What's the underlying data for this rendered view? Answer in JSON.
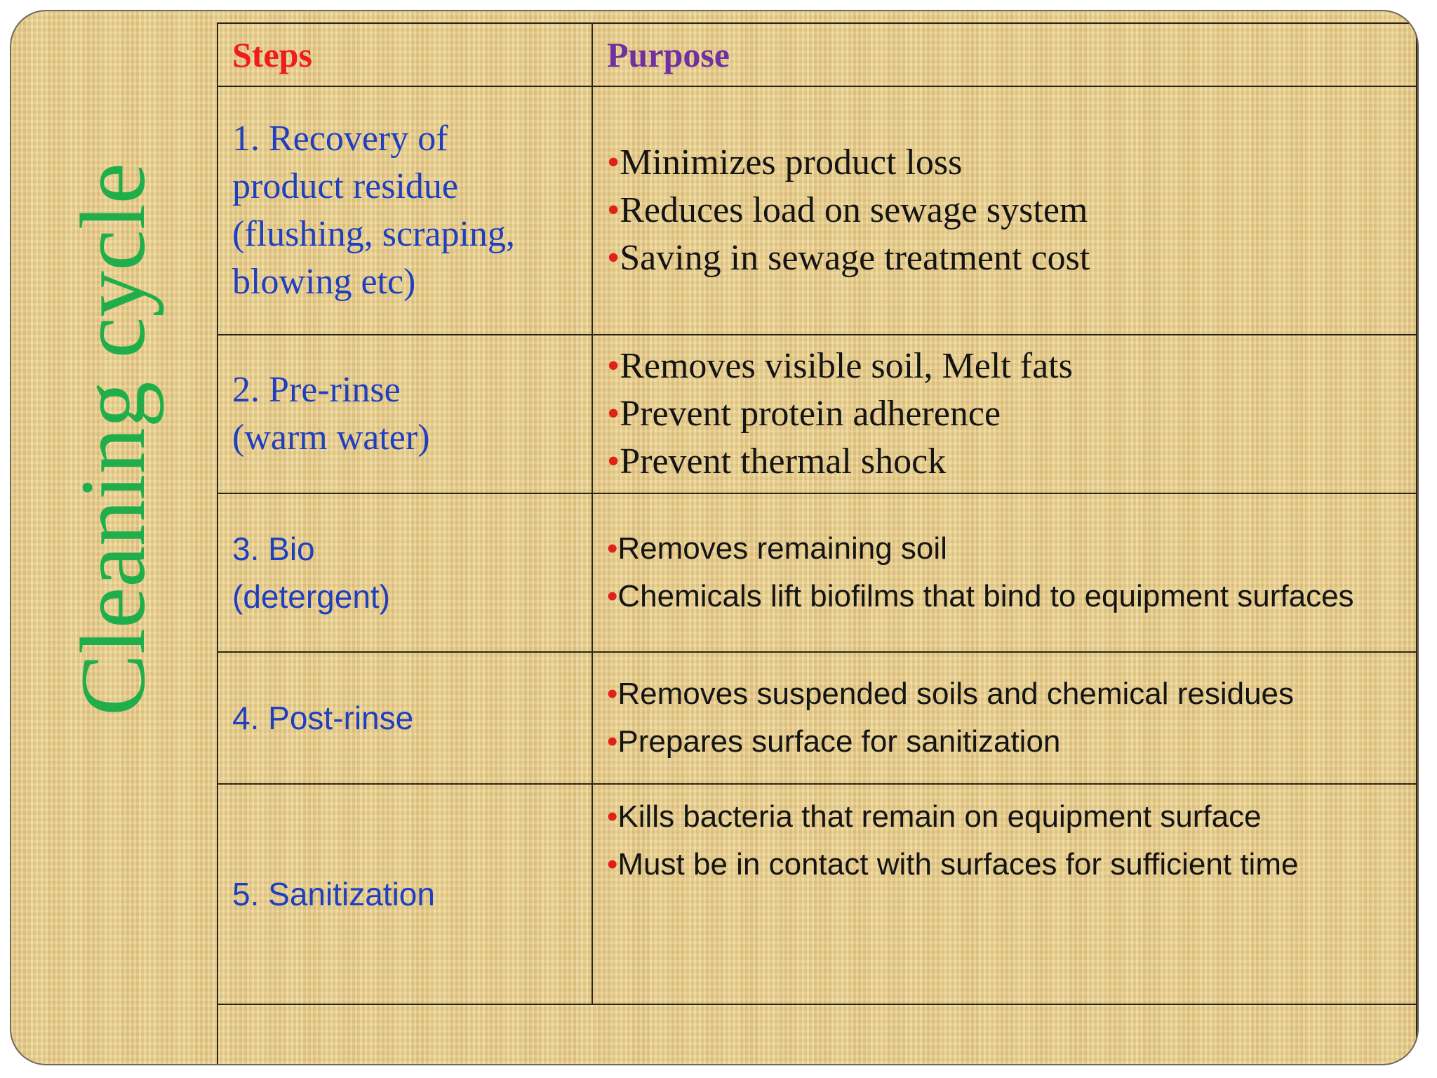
{
  "slide": {
    "title": "Cleaning cycle"
  },
  "table": {
    "headers": {
      "steps": "Steps",
      "purpose": "Purpose"
    },
    "bullet_char": "•",
    "rows": [
      {
        "step_lines": [
          "1. Recovery of",
          "product residue",
          "(flushing, scraping,",
          "blowing etc)"
        ],
        "purposes": [
          "Minimizes product loss",
          "Reduces load on sewage system",
          "Saving in sewage treatment cost"
        ]
      },
      {
        "step_lines": [
          "2. Pre-rinse",
          "(warm water)"
        ],
        "purposes": [
          "Removes visible soil, Melt fats",
          "Prevent protein adherence",
          "Prevent thermal shock"
        ]
      },
      {
        "step_lines": [
          "3. Bio",
          "(detergent)"
        ],
        "purposes": [
          "Removes remaining soil",
          "Chemicals lift biofilms that bind to equipment surfaces"
        ]
      },
      {
        "step_lines": [
          "4. Post-rinse"
        ],
        "purposes": [
          "Removes suspended soils and chemical residues",
          "Prepares surface for sanitization"
        ]
      },
      {
        "step_lines": [
          "5. Sanitization"
        ],
        "purposes": [
          "Kills bacteria that remain on equipment surface",
          "Must be in contact with surfaces for sufficient time"
        ]
      }
    ]
  },
  "colors": {
    "title": "#1fae4a",
    "header_steps": "#ee1c1c",
    "header_purpose": "#7030a0",
    "step_text": "#1f3fbf",
    "bullet": "#e0201b",
    "purpose_text": "#141414",
    "background": "#e6cc8a"
  }
}
